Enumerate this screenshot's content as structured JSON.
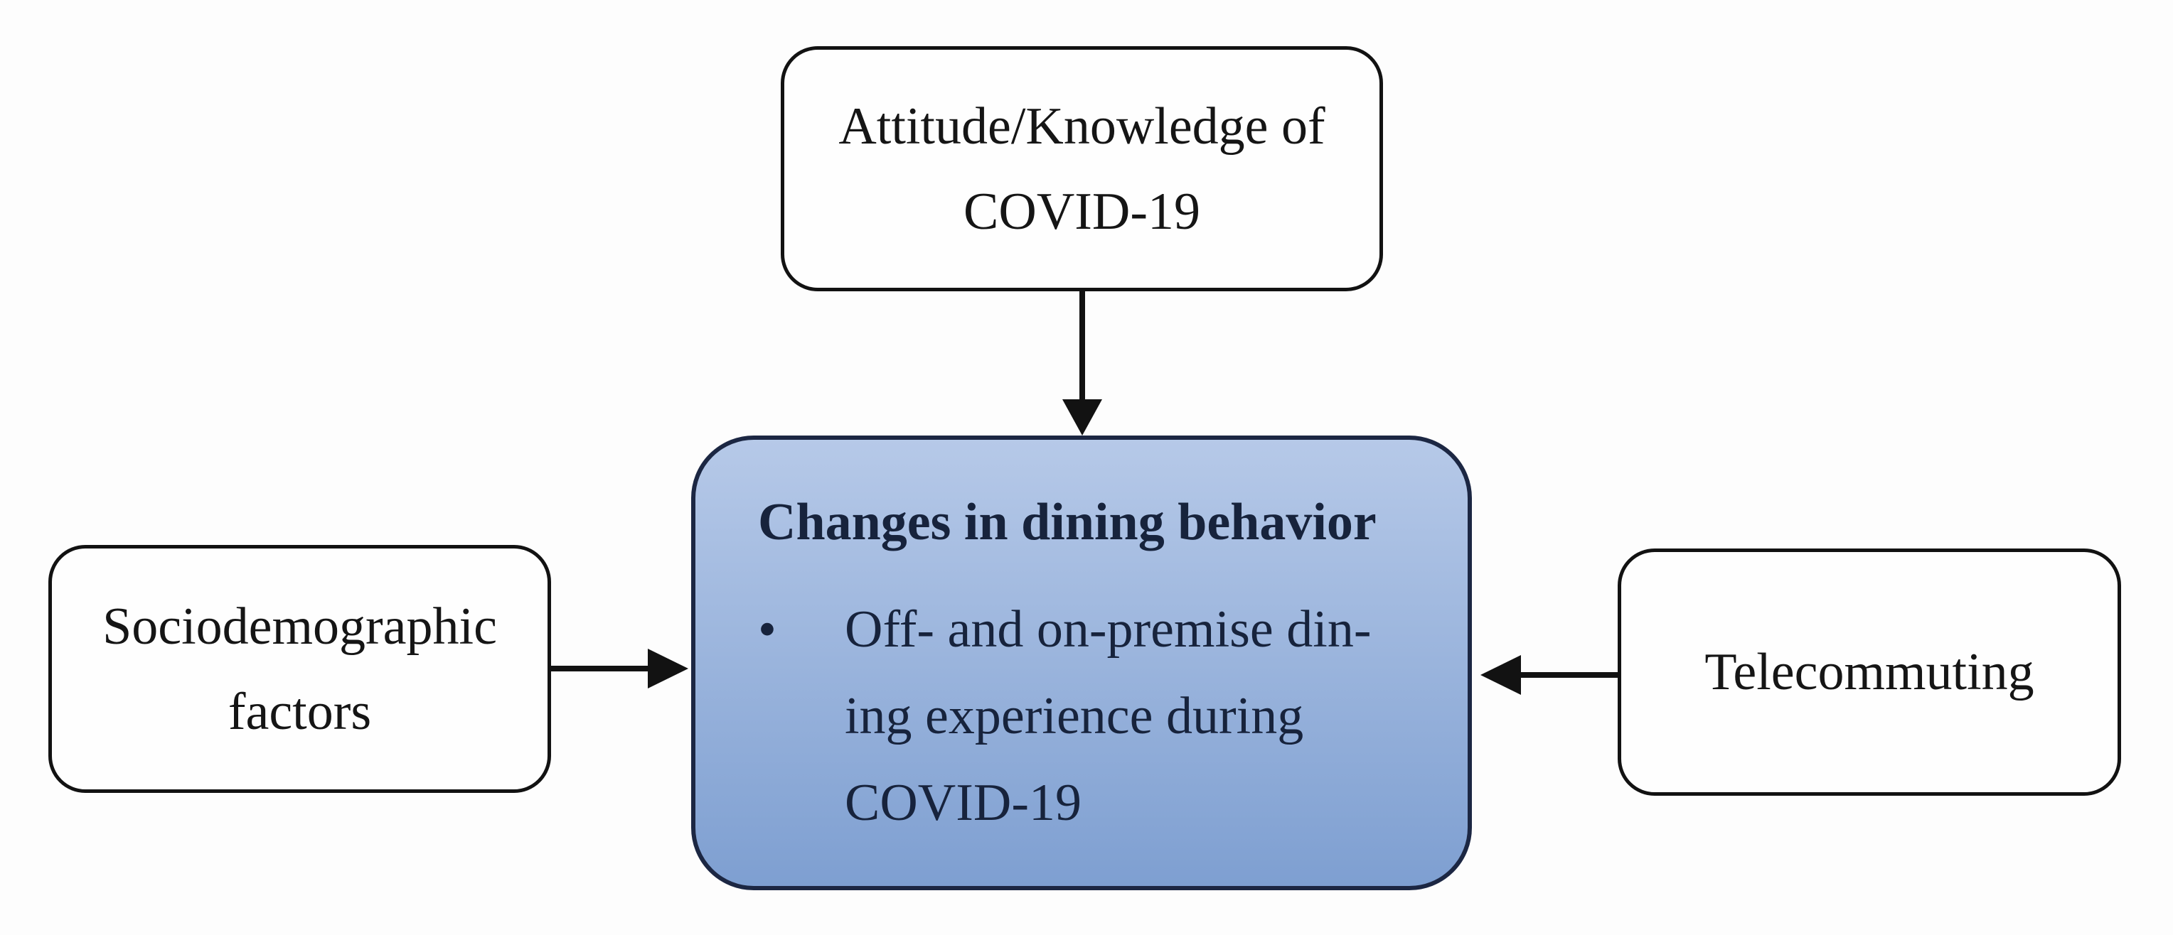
{
  "colors": {
    "background": "#fdfdfd",
    "box_fill": "#fefefe",
    "box_border": "#121212",
    "center_border": "#1c2743",
    "center_fill_top": "#b6c9e8",
    "center_fill_bottom": "#7e9fd1",
    "center_text": "#17233c",
    "text": "#151515",
    "arrow": "#121212"
  },
  "nodes": {
    "attitude": {
      "lines": [
        "Attitude/Knowledge of",
        "COVID-19"
      ]
    },
    "sociodemographic": {
      "lines": [
        "Sociodemographic",
        "factors"
      ]
    },
    "telecommuting": {
      "label": "Telecommuting"
    },
    "dining": {
      "title": "Changes in dining behavior",
      "bullet_marker": "•",
      "bullet_lines": [
        "Off- and on-premise din-",
        "ing experience during",
        "COVID-19"
      ]
    }
  }
}
